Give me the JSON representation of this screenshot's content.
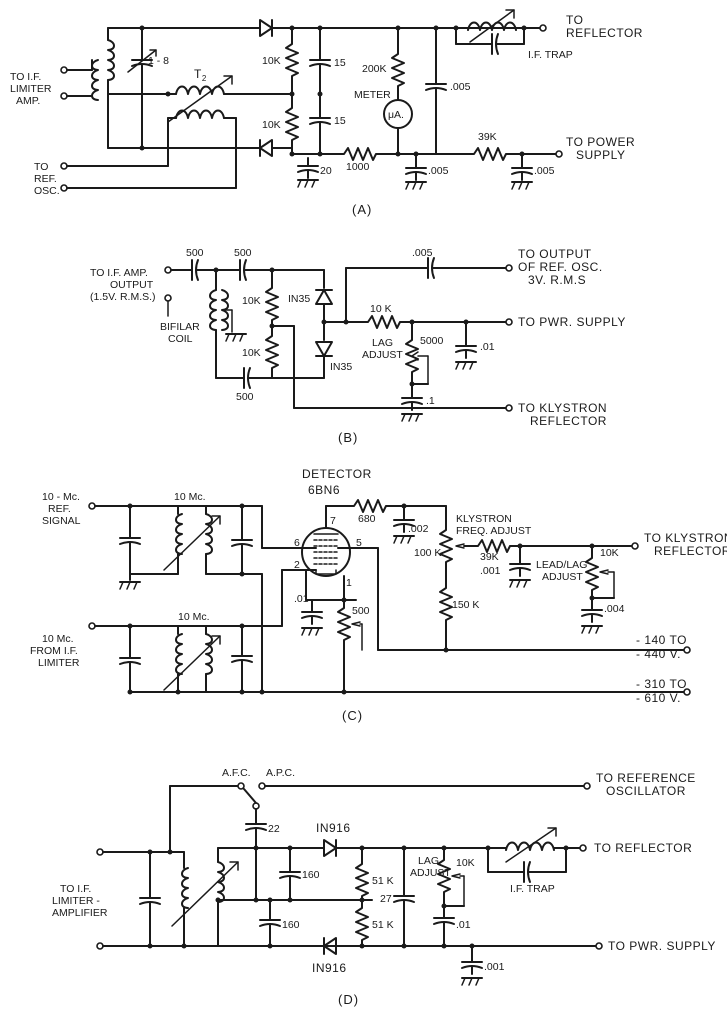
{
  "diagram_a": {
    "caption": "(A)",
    "labels": {
      "in_if": [
        "TO I.F.",
        "LIMITER",
        "AMP."
      ],
      "t2": "T",
      "t2_sub": "2",
      "cap_1_8": "1 - 8",
      "ref_osc": [
        "TO",
        "REF.",
        "OSC."
      ],
      "r10k_top": "10K",
      "r10k_bot": "10K",
      "c15_top": "15",
      "c15_bot": "15",
      "c20": "20",
      "r1000": "1000",
      "r200k": "200K",
      "meter": "METER",
      "meter_sym": "μA.",
      "c005_mid": ".005",
      "c005_bot": ".005",
      "c005_right": ".005",
      "r39k": "39K",
      "if_trap": "I.F. TRAP",
      "to_reflector": [
        "TO",
        "REFLECTOR"
      ],
      "to_power": [
        "TO POWER",
        "SUPPLY"
      ]
    }
  },
  "diagram_b": {
    "caption": "(B)",
    "labels": {
      "in_if": [
        "TO I.F. AMP.",
        "OUTPUT",
        "(1.5V. R.M.S.)"
      ],
      "c500_a": "500",
      "c500_b": "500",
      "c500_c": "500",
      "bifilar": [
        "BIFILAR",
        "COIL"
      ],
      "r10k_a": "10K",
      "r10k_b": "10K",
      "d_top": "IN35",
      "d_bot": "IN35",
      "c005": ".005",
      "r10k_c": "10 K",
      "r5000": "5000",
      "lag": [
        "LAG",
        "ADJUST"
      ],
      "c01": ".01",
      "c1": ".1",
      "to_output": [
        "TO OUTPUT",
        "OF REF. OSC.",
        "3V. R.M.S"
      ],
      "to_pwr": "TO PWR. SUPPLY",
      "to_klystron": [
        "TO KLYSTRON",
        "REFLECTOR"
      ]
    }
  },
  "diagram_c": {
    "caption": "(C)",
    "labels": {
      "detector": "DETECTOR",
      "tube": "6BN6",
      "ref_signal": [
        "10 - Mc.",
        "REF.",
        "SIGNAL"
      ],
      "if_limiter": [
        "10 Mc.",
        "FROM I.F.",
        "LIMITER"
      ],
      "mc_top": "10 Mc.",
      "mc_bot": "10 Mc.",
      "pin6": "6",
      "pin7": "7",
      "pin5": "5",
      "pin2": "2",
      "pin1": "1",
      "r680": "680",
      "c002": ".002",
      "c01": ".01",
      "r500": "500",
      "klystron_adj": [
        "KLYSTRON",
        "FREQ. ADJUST"
      ],
      "r100k": "100 K",
      "r39k": "39K",
      "c001": ".001",
      "r150k": "150 K",
      "lead_lag": [
        "LEAD/LAG",
        "ADJUST"
      ],
      "r10k": "10K",
      "c004": ".004",
      "to_klystron": [
        "TO KLYSTRON",
        "REFLECTOR"
      ],
      "v140": [
        "- 140 TO",
        "- 440 V."
      ],
      "v310": [
        "- 310 TO",
        "- 610 V."
      ]
    }
  },
  "diagram_d": {
    "caption": "(D)",
    "labels": {
      "afc": "A.F.C.",
      "apc": "A.P.C.",
      "c22": "22",
      "d_top": "IN916",
      "d_bot": "IN916",
      "c160_a": "160",
      "c160_b": "160",
      "r51k_a": "51 K",
      "r51k_b": "51 K",
      "c27": "27",
      "lag": [
        "LAG",
        "ADJUST"
      ],
      "r10k": "10K",
      "c01": ".01",
      "c001": ".001",
      "if_trap": "I.F. TRAP",
      "in_if": [
        "TO I.F.",
        "LIMITER -",
        "AMPLIFIER"
      ],
      "to_ref_osc": [
        "TO REFERENCE",
        "OSCILLATOR"
      ],
      "to_reflector": "TO REFLECTOR",
      "to_pwr": "TO PWR. SUPPLY"
    }
  }
}
